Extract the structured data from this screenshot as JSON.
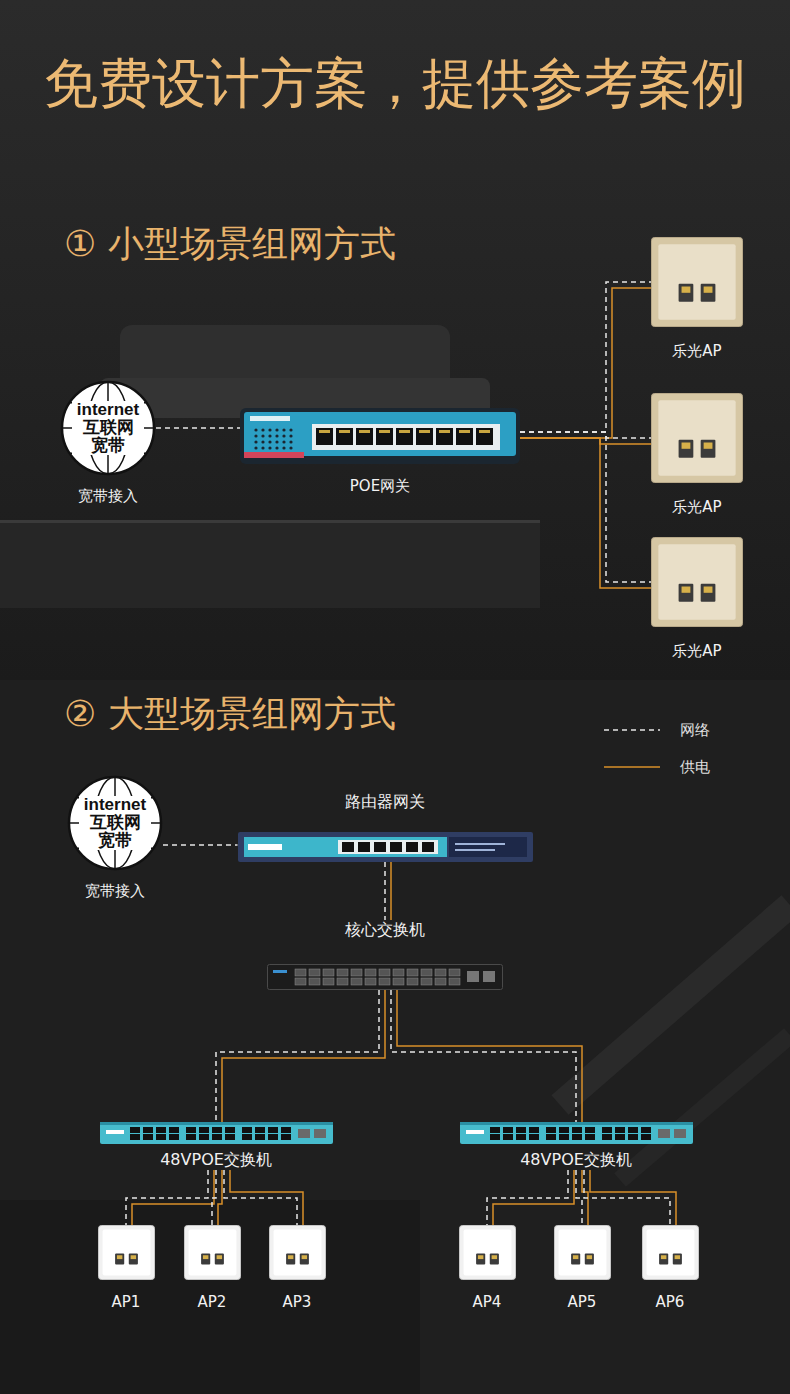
{
  "diagram": {
    "title": "免费设计方案，提供参考案例",
    "nodes": [
      {
        "text": [
          "internet 互联网 宽带",
          "宽带接入"
        ]
      },
      {
        "text": [
          "POE网关"
        ]
      },
      {
        "text": [
          "乐光AP"
        ]
      },
      {
        "text": [
          "乐光AP"
        ]
      },
      {
        "text": [
          "乐光AP"
        ]
      },
      {
        "text": [
          "internet 互联网 宽带",
          "宽带接入"
        ]
      },
      {
        "text": [
          "路由器网关"
        ]
      },
      {
        "text": [
          "核心交换机"
        ]
      },
      {
        "text": [
          "48VPOE交换机"
        ]
      },
      {
        "text": [
          "48VPOE交换机"
        ]
      },
      {
        "text": [
          "AP1"
        ]
      },
      {
        "text": [
          "AP2"
        ]
      },
      {
        "text": [
          "AP3"
        ]
      },
      {
        "text": [
          "AP4"
        ]
      },
      {
        "text": [
          "AP5"
        ]
      },
      {
        "text": [
          "AP6"
        ]
      }
    ],
    "edges": [
      {
        "from": 0,
        "to": 1,
        "arrow": "none"
      },
      {
        "from": 1,
        "to": 2,
        "arrow": "none"
      },
      {
        "from": 1,
        "to": 3,
        "arrow": "none"
      },
      {
        "from": 1,
        "to": 4,
        "arrow": "none"
      },
      {
        "from": 5,
        "to": 6,
        "arrow": "none"
      },
      {
        "from": 6,
        "to": 7,
        "arrow": "none"
      },
      {
        "from": 7,
        "to": 8,
        "arrow": "none"
      },
      {
        "from": 7,
        "to": 9,
        "arrow": "none"
      },
      {
        "from": 8,
        "to": 10,
        "arrow": "none"
      },
      {
        "from": 8,
        "to": 11,
        "arrow": "none"
      },
      {
        "from": 8,
        "to": 12,
        "arrow": "none"
      },
      {
        "from": 9,
        "to": 13,
        "arrow": "none"
      },
      {
        "from": 9,
        "to": 14,
        "arrow": "none"
      },
      {
        "from": 9,
        "to": 15,
        "arrow": "none"
      }
    ],
    "labels": [
      "① 小型场景组网方式",
      "② 大型场景组网方式"
    ],
    "legend": [
      {
        "text": "网络"
      },
      {
        "text": "供电"
      }
    ]
  }
}
